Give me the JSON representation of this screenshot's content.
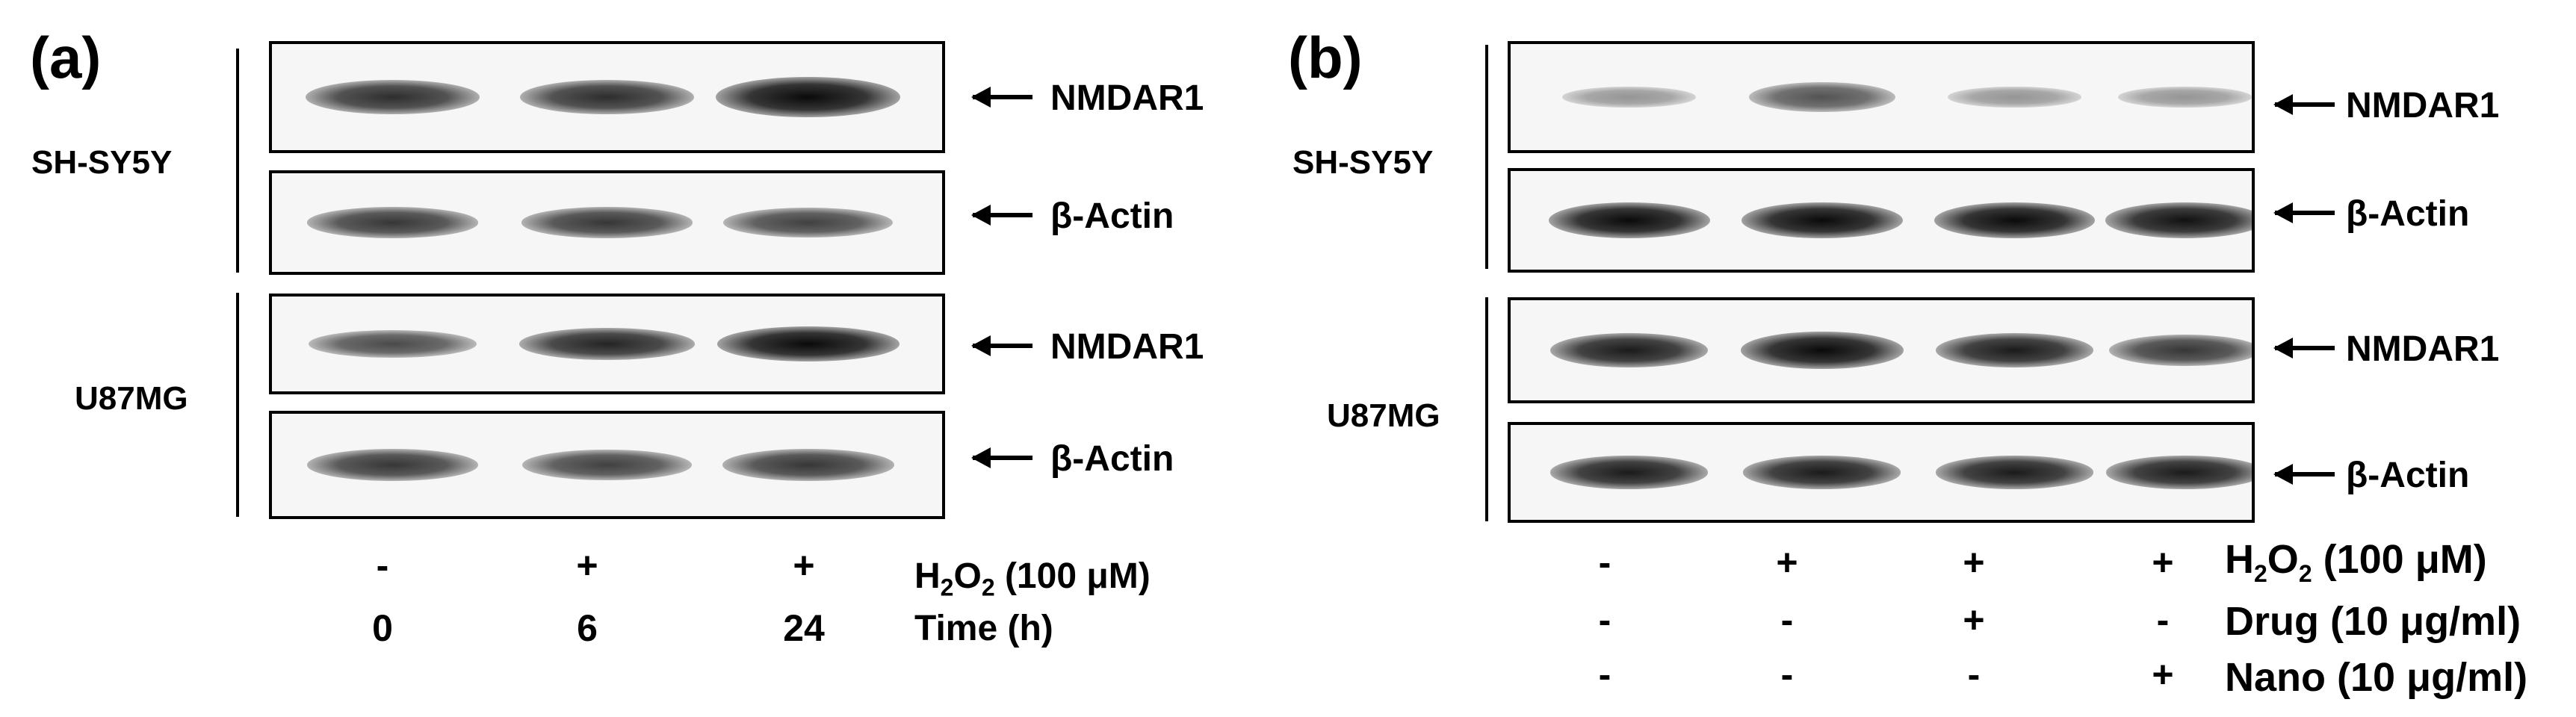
{
  "panel_a": {
    "letter": "(a)",
    "cell_lines": [
      "SH-SY5Y",
      "U87MG"
    ],
    "markers": [
      "NMDAR1",
      "β-Actin",
      "NMDAR1",
      "β-Actin"
    ],
    "treatment_row": {
      "signs": [
        "-",
        "+",
        "+"
      ],
      "label_main": "H",
      "label_sub": "2",
      "label_o": "O",
      "label_sub2": "2",
      "label_rest": " (100 μM)"
    },
    "time_row": {
      "values": [
        "0",
        "6",
        "24"
      ],
      "label": "Time (h)"
    }
  },
  "panel_b": {
    "letter": "(b)",
    "cell_lines": [
      "SH-SY5Y",
      "U87MG"
    ],
    "markers": [
      "NMDAR1",
      "β-Actin",
      "NMDAR1",
      "β-Actin"
    ],
    "rows": [
      {
        "signs": [
          "-",
          "+",
          "+",
          "+"
        ],
        "label_main": "H",
        "label_sub": "2",
        "label_o": "O",
        "label_sub2": "2",
        "label_rest": " (100 μM)"
      },
      {
        "signs": [
          "-",
          "-",
          "+",
          "-"
        ],
        "label": "Drug (10 μg/ml)"
      },
      {
        "signs": [
          "-",
          "-",
          "-",
          "+"
        ],
        "label": "Nano (10 μg/ml)"
      }
    ]
  },
  "band_intensity": {
    "a_sh_nmdar1": [
      0.75,
      0.75,
      1.0
    ],
    "a_sh_actin": [
      0.7,
      0.7,
      0.65
    ],
    "a_u87_nmdar1": [
      0.6,
      0.8,
      0.95
    ],
    "a_u87_actin": [
      0.7,
      0.65,
      0.7
    ],
    "b_sh_nmdar1": [
      0.2,
      0.55,
      0.2,
      0.2
    ],
    "b_sh_actin": [
      0.95,
      0.95,
      0.95,
      0.9
    ],
    "b_u87_nmdar1": [
      0.85,
      1.0,
      0.85,
      0.7
    ],
    "b_u87_actin": [
      0.85,
      0.85,
      0.85,
      0.85
    ]
  }
}
